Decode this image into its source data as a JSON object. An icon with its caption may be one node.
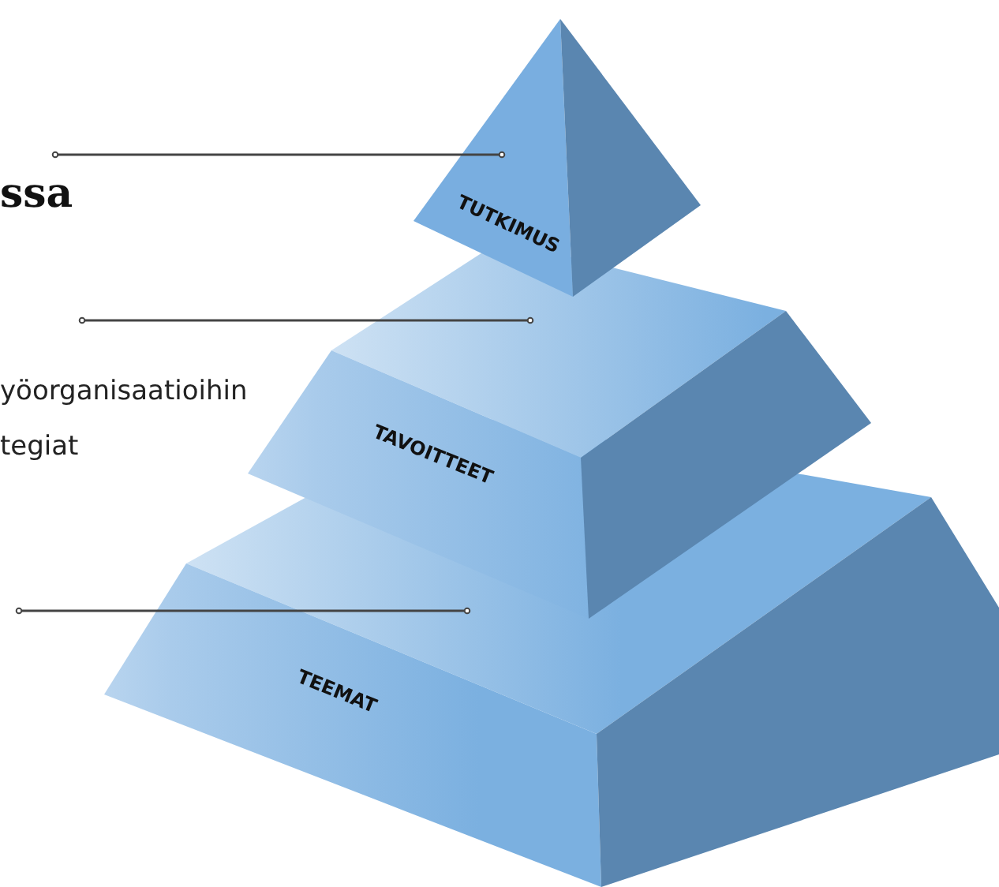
{
  "diagram": {
    "nodes": [
      {
        "text": [
          "TUTKIMUS"
        ]
      },
      {
        "text": [
          "TAVOITTEET"
        ]
      },
      {
        "text": [
          "TEEMAT"
        ]
      }
    ],
    "edges": [
      {
        "from": null,
        "to": 0,
        "arrow": "other"
      },
      {
        "from": null,
        "to": 1,
        "arrow": "other"
      },
      {
        "from": null,
        "to": 2,
        "arrow": "other"
      }
    ],
    "labels": [
      "ssa",
      "yöorganisaatioihin",
      "tegiat"
    ]
  }
}
